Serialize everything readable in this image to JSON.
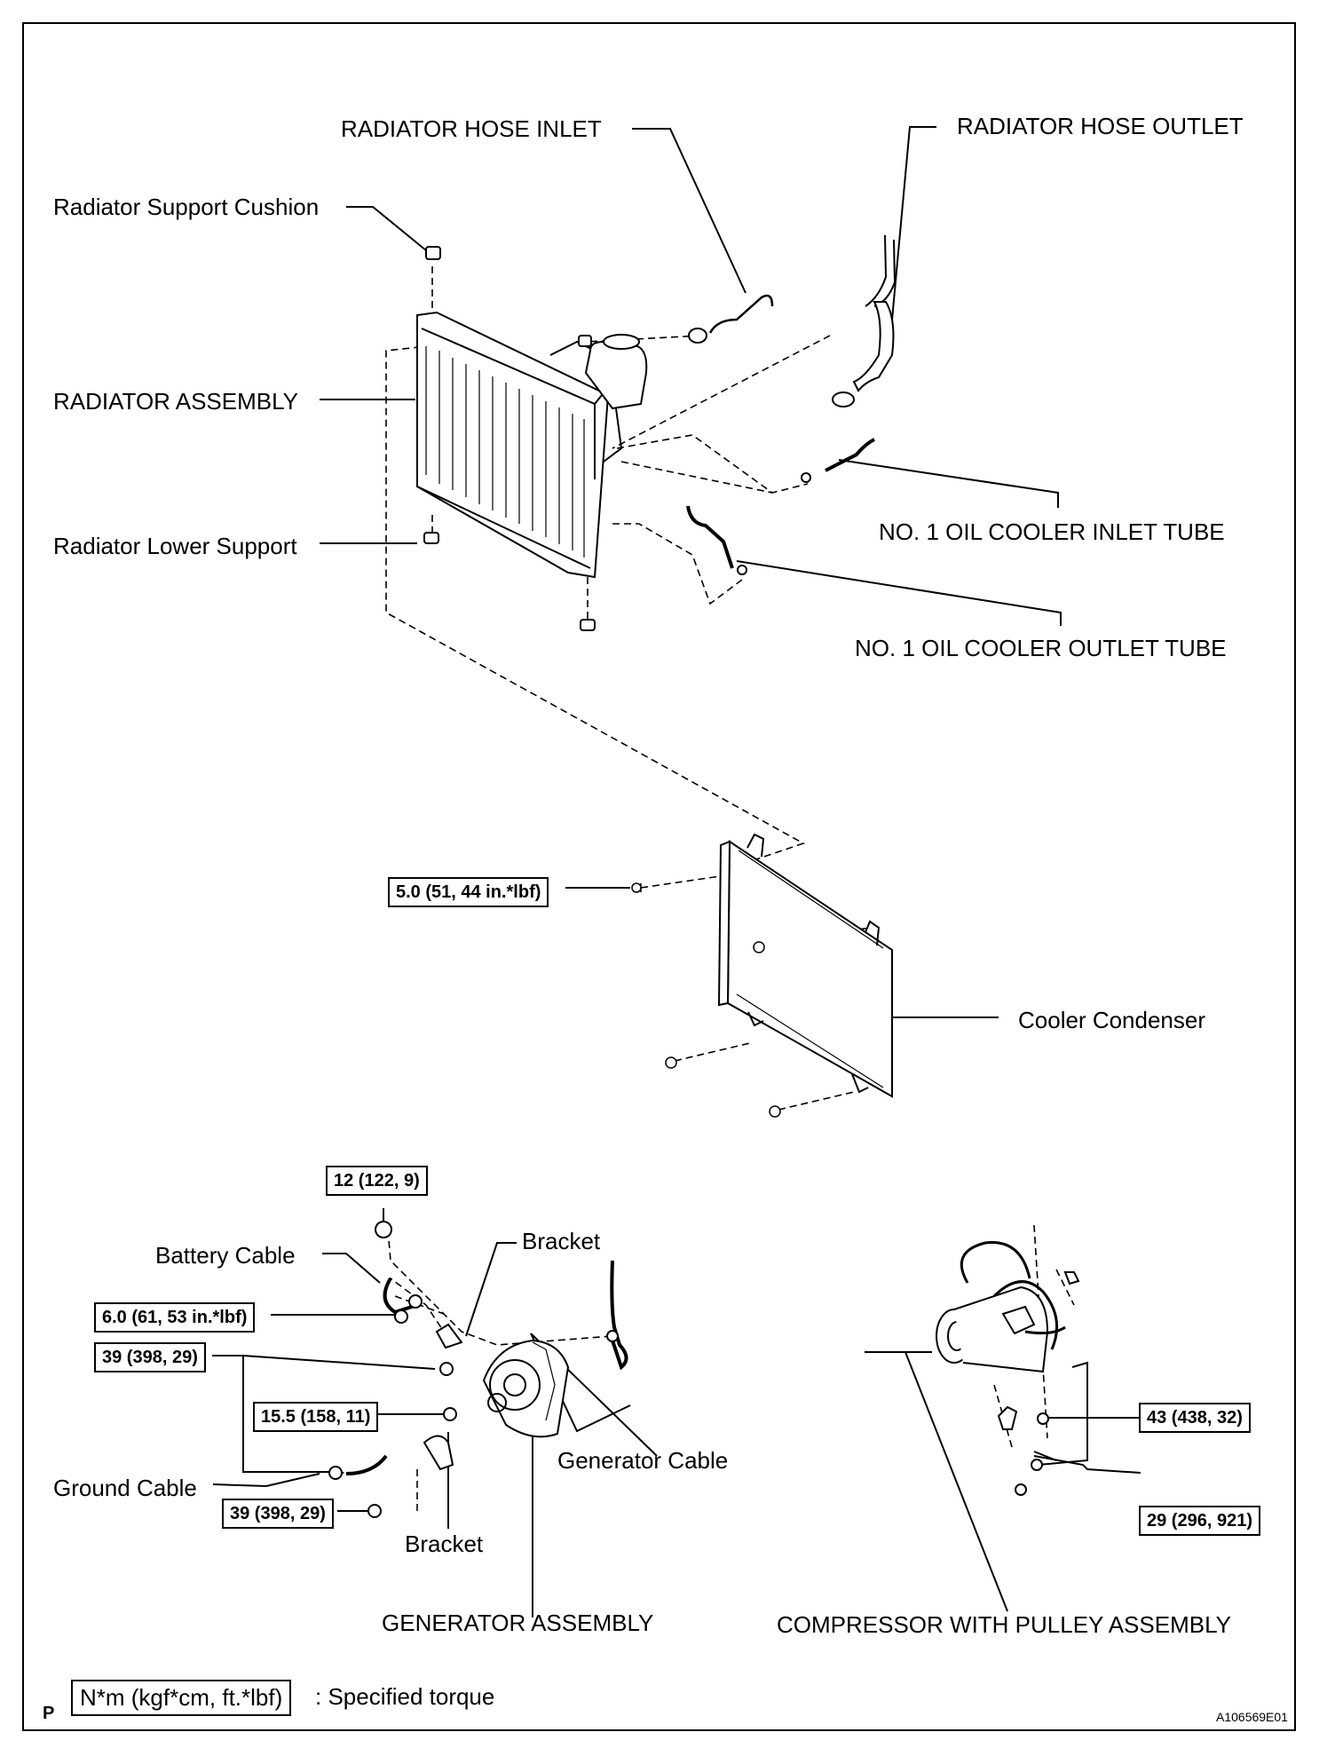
{
  "labels": {
    "radiator_hose_inlet": "RADIATOR HOSE INLET",
    "radiator_hose_outlet": "RADIATOR HOSE OUTLET",
    "radiator_support_cushion": "Radiator Support Cushion",
    "radiator_assembly": "RADIATOR ASSEMBLY",
    "radiator_lower_support": "Radiator Lower Support",
    "oil_cooler_inlet_tube": "NO. 1 OIL COOLER INLET TUBE",
    "oil_cooler_outlet_tube": "NO. 1 OIL COOLER OUTLET TUBE",
    "cooler_condenser": "Cooler Condenser",
    "battery_cable": "Battery Cable",
    "bracket_upper": "Bracket",
    "bracket_lower": "Bracket",
    "generator_cable": "Generator Cable",
    "ground_cable": "Ground Cable",
    "generator_assembly": "GENERATOR ASSEMBLY",
    "compressor_assembly": "COMPRESSOR WITH PULLEY ASSEMBLY"
  },
  "torques": {
    "condenser_bolt": "5.0 (51, 44 in.*lbf)",
    "battery_cable_nut": "12 (122, 9)",
    "cable_bolt": "6.0 (61, 53 in.*lbf)",
    "generator_bolt_upper": "39 (398, 29)",
    "generator_bolt_mid": "15.5 (158, 11)",
    "generator_bolt_lower": "39 (398, 29)",
    "compressor_bolt_upper": "43 (438, 32)",
    "compressor_bolt_lower": "29 (296, 921)"
  },
  "legend": {
    "unit": "N*m (kgf*cm, ft.*lbf)",
    "description": ": Specified torque"
  },
  "footer": {
    "page_letter": "P",
    "figure_id": "A106569E01"
  }
}
